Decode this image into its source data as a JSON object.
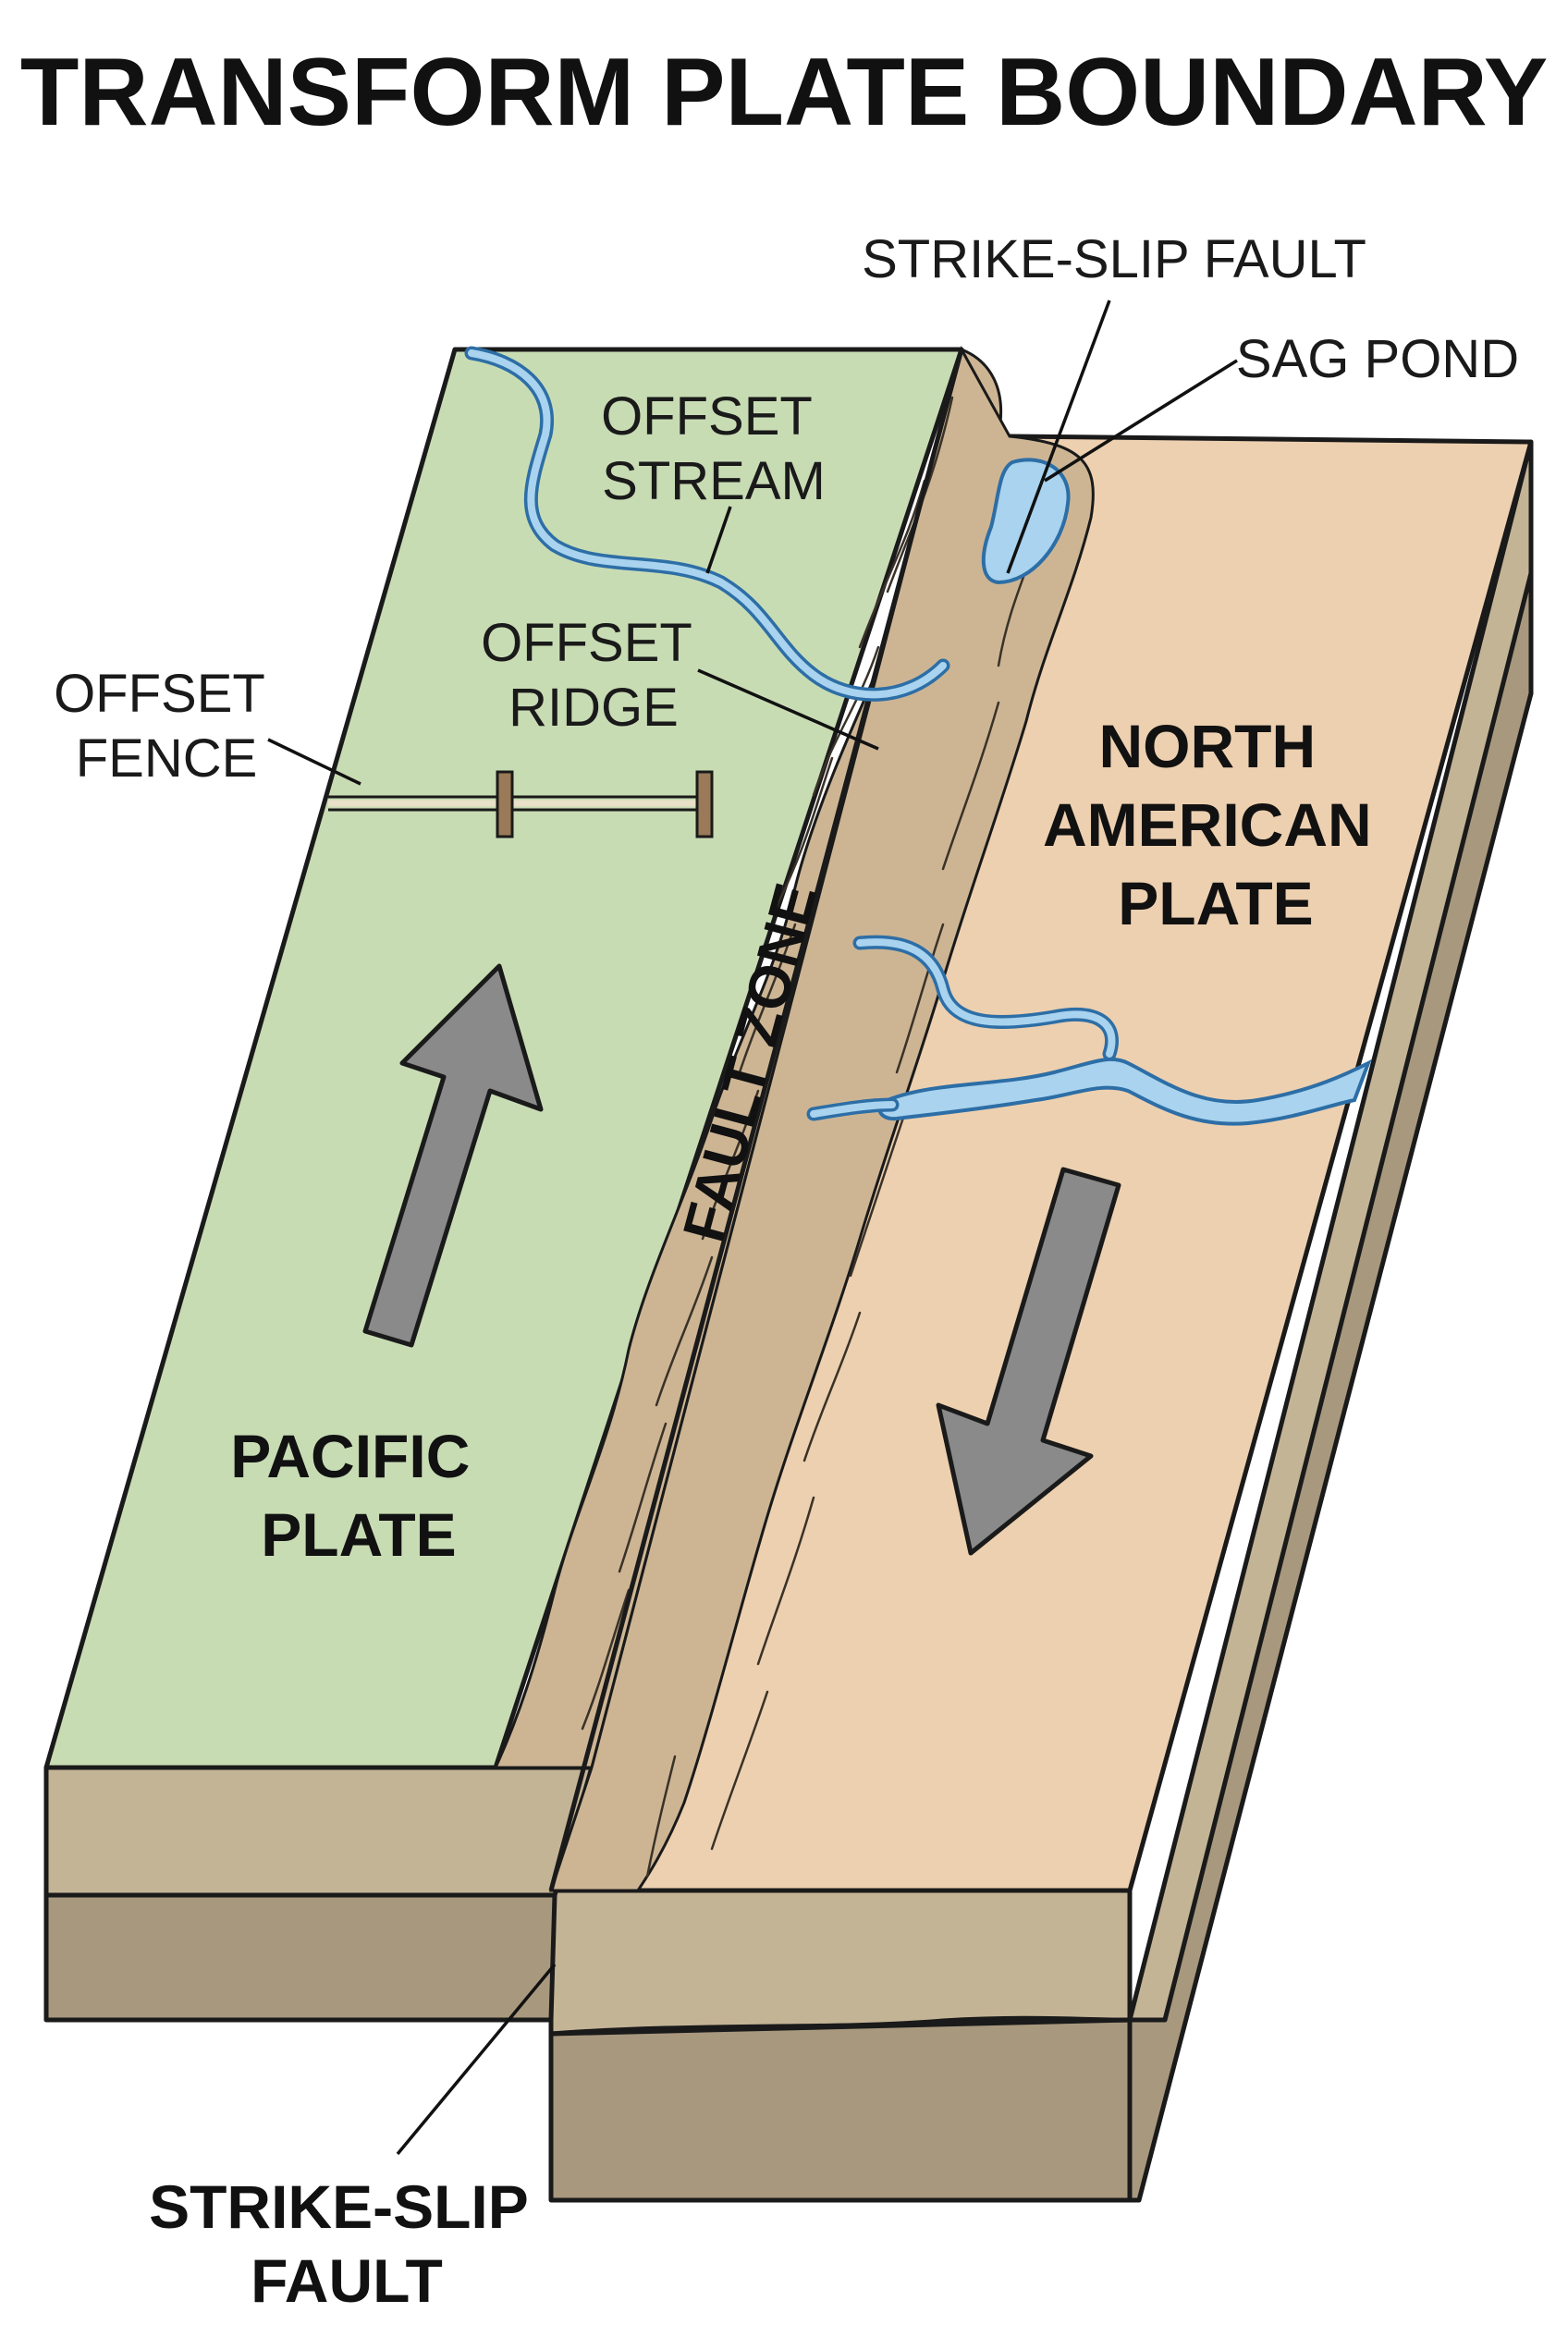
{
  "title": "TRANSFORM PLATE BOUNDARY",
  "labels": {
    "strike_slip_fault_top": "STRIKE-SLIP FAULT",
    "sag_pond": "SAG POND",
    "offset_stream": [
      "OFFSET",
      "STREAM"
    ],
    "offset_ridge": [
      "OFFSET",
      "RIDGE"
    ],
    "offset_fence": [
      "OFFSET",
      "FENCE"
    ],
    "north_american_plate": [
      "NORTH",
      "AMERICAN",
      "PLATE"
    ],
    "fault_zone": "FAULT ZONE",
    "pacific_plate": [
      "PACIFIC",
      "PLATE"
    ],
    "strike_slip_fault_bottom": [
      "STRIKE-SLIP",
      "FAULT"
    ]
  },
  "colors": {
    "pacific_plate": "#c8dcb4",
    "north_american_plate": "#edd0b0",
    "fault_zone": "#cdb594",
    "upper_layer": "#c4b496",
    "lower_layer": "#a8987e",
    "water": "#a9d3ee",
    "water_outline": "#2d6ea6",
    "arrow": "#8a8a8a",
    "outline": "#1a1a1a"
  },
  "icons": {
    "pacific_motion": "arrow-up-icon",
    "north_american_motion": "arrow-down-icon"
  }
}
